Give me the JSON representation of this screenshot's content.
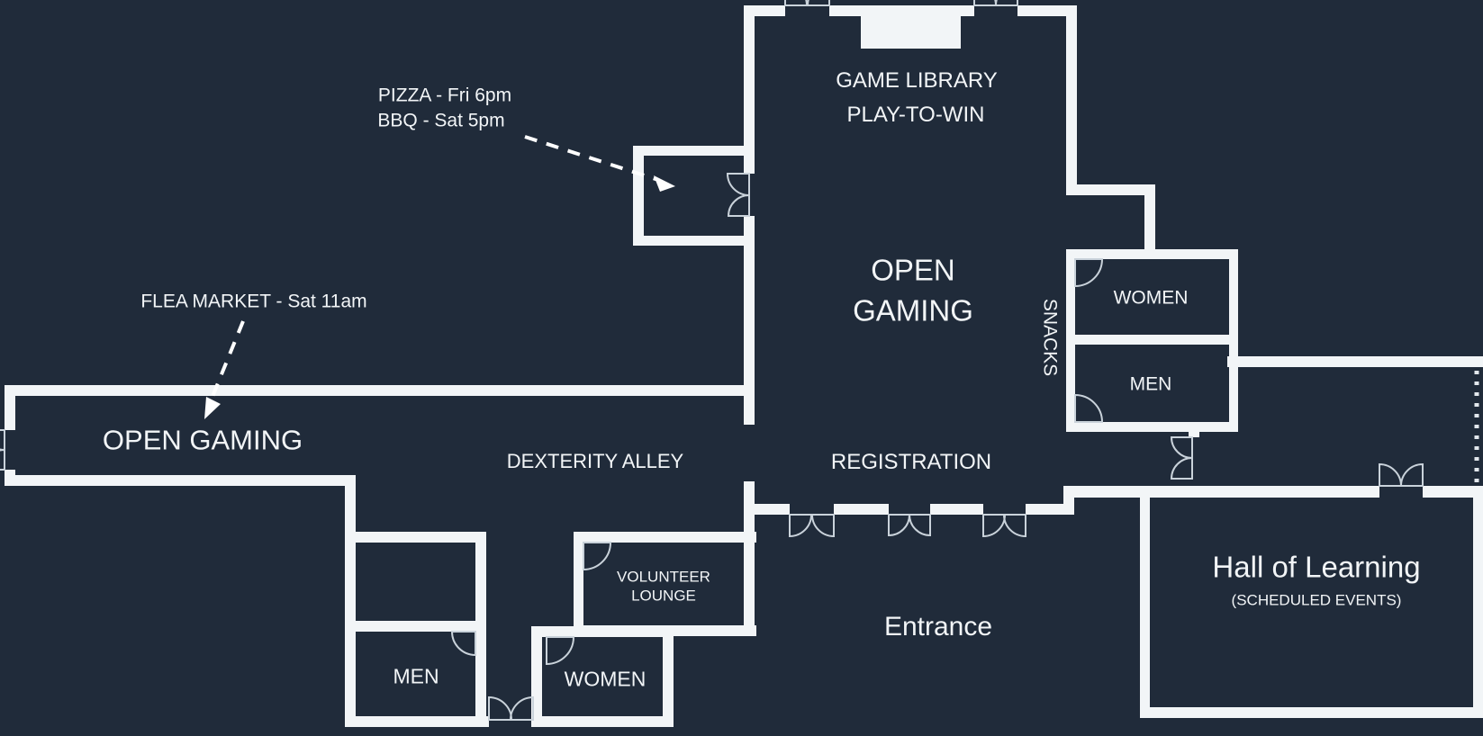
{
  "colors": {
    "background": "#202B3A",
    "wall": "#F2F5F7",
    "door_arc": "#C9D2DA",
    "text": "#F2F5F7"
  },
  "rooms": {
    "game_library": {
      "line1": "GAME LIBRARY",
      "line2": "PLAY-TO-WIN"
    },
    "open_gaming_hall": {
      "line1": "OPEN",
      "line2": "GAMING"
    },
    "registration": {
      "label": "REGISTRATION"
    },
    "snacks": {
      "label": "SNACKS"
    },
    "restroom_women_upper": {
      "label": "WOMEN"
    },
    "restroom_men_upper": {
      "label": "MEN"
    },
    "hall_of_learning": {
      "title": "Hall of Learning",
      "subtitle": "(SCHEDULED EVENTS)"
    },
    "entrance": {
      "label": "Entrance"
    },
    "open_gaming_corridor": {
      "label": "OPEN GAMING"
    },
    "dexterity_alley": {
      "label": "DEXTERITY ALLEY"
    },
    "volunteer_lounge": {
      "line1": "VOLUNTEER",
      "line2": "LOUNGE"
    },
    "restroom_men_lower": {
      "label": "MEN"
    },
    "restroom_women_lower": {
      "label": "WOMEN"
    }
  },
  "annotations": {
    "pizza_bbq": {
      "line1": "PIZZA - Fri 6pm",
      "line2": "BBQ - Sat 5pm"
    },
    "flea_market": {
      "label": "FLEA MARKET - Sat 11am"
    }
  }
}
